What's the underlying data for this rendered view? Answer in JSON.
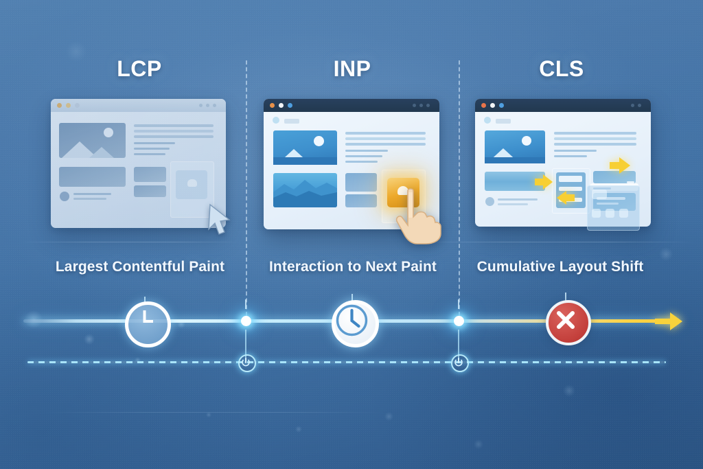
{
  "meta": {
    "title": "Core Web Vitals timeline infographic",
    "background_color": "#4a77a8",
    "accent_cyan": "#8fe2ff",
    "accent_yellow": "#f5c518",
    "accent_red": "#cf4440"
  },
  "columns": [
    {
      "abbr": "LCP",
      "caption": "Largest Contentful Paint",
      "icon": "clock-icon",
      "state": "pale",
      "titlebar_style": "light",
      "titlebar_dots": [
        "#e8b96a",
        "#e8c98a",
        "#cfd9e6"
      ],
      "highlight_color": "#c9dcef"
    },
    {
      "abbr": "INP",
      "caption": "Interaction to Next Paint",
      "icon": "clock-icon",
      "state": "active",
      "titlebar_style": "dark",
      "titlebar_dots": [
        "#e8914a",
        "#f2f4f7",
        "#4f9fe0"
      ],
      "highlight_color": "#f0a82a"
    },
    {
      "abbr": "CLS",
      "caption": "Cumulative Layout Shift",
      "icon": "error-x-icon",
      "state": "shifting",
      "titlebar_style": "dark",
      "titlebar_dots": [
        "#e8744a",
        "#f2f4f7",
        "#4f9fe0"
      ],
      "highlight_color": "#f5c518"
    }
  ],
  "timeline": {
    "markers": [
      {
        "name": "lcp-clock-marker",
        "icon": "clock-icon",
        "style": "outline"
      },
      {
        "name": "inp-clock-marker",
        "icon": "clock-icon",
        "style": "filled"
      },
      {
        "name": "cls-error-marker",
        "icon": "error-x-icon",
        "style": "red-circle"
      }
    ],
    "nodes": [
      "node-1",
      "node-2"
    ],
    "arrow": "arrow-right-icon",
    "secondary_markers": [
      "power-marker-1",
      "power-marker-2"
    ]
  }
}
